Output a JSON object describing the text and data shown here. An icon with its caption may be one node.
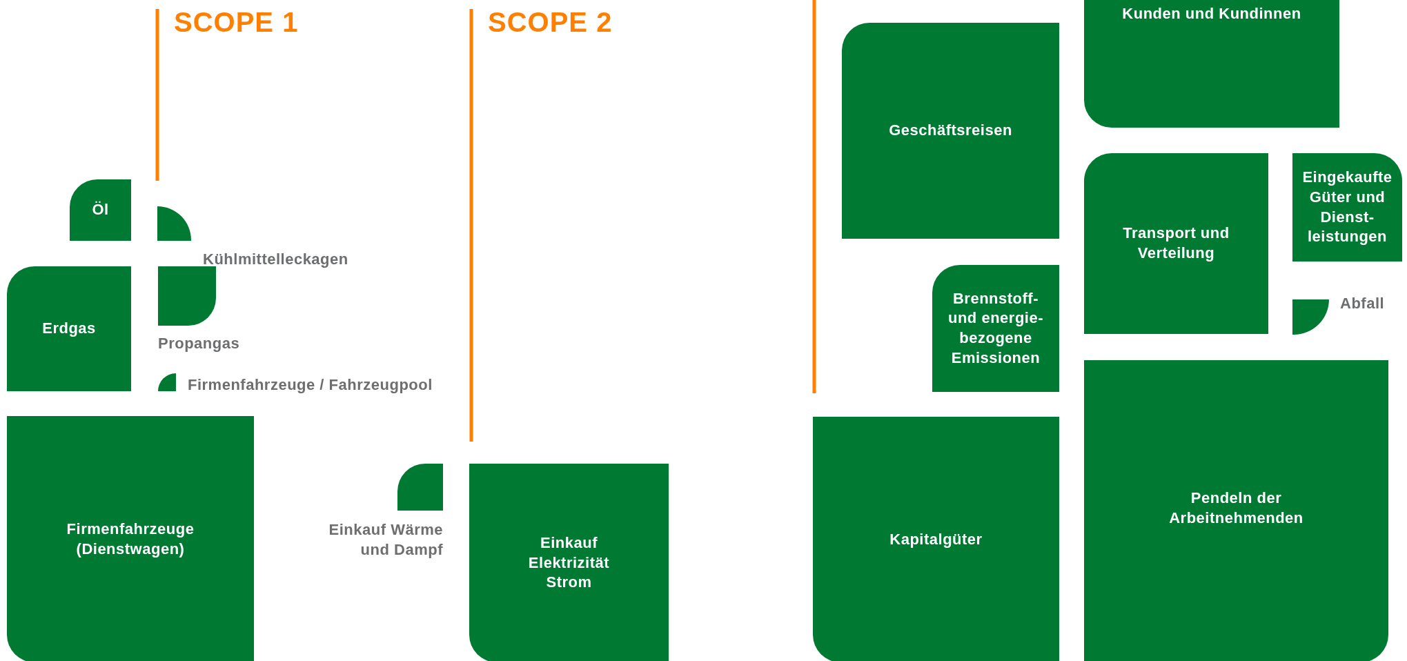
{
  "diagram": {
    "nodes": [
      {
        "text": [
          "Öl"
        ]
      },
      {
        "text": [
          "Kühlmittelleckagen"
        ]
      },
      {
        "text": [
          "Erdgas"
        ]
      },
      {
        "text": [
          "Propangas"
        ]
      },
      {
        "text": [
          "Firmenfahrzeuge / Fahrzeugpool"
        ]
      },
      {
        "text": [
          "Firmenfahrzeuge (Dienstwagen)"
        ]
      },
      {
        "text": [
          "Einkauf Wärme und Dampf"
        ]
      },
      {
        "text": [
          "Einkauf Elektrizität Strom"
        ]
      },
      {
        "text": [
          "Geschäftsreisen"
        ]
      },
      {
        "text": [
          "Kunden und Kundinnen"
        ]
      },
      {
        "text": [
          "Transport und Verteilung"
        ]
      },
      {
        "text": [
          "Eingekaufte Güter und Dienst- leistungen"
        ]
      },
      {
        "text": [
          "Brennstoff- und energie- bezogene Emissionen"
        ]
      },
      {
        "text": [
          "Abfall"
        ]
      },
      {
        "text": [
          "Kapitalgüter"
        ]
      },
      {
        "text": [
          "Pendeln der Arbeitnehmenden"
        ]
      }
    ],
    "labels": [
      "SCOPE 1",
      "SCOPE 2"
    ]
  }
}
